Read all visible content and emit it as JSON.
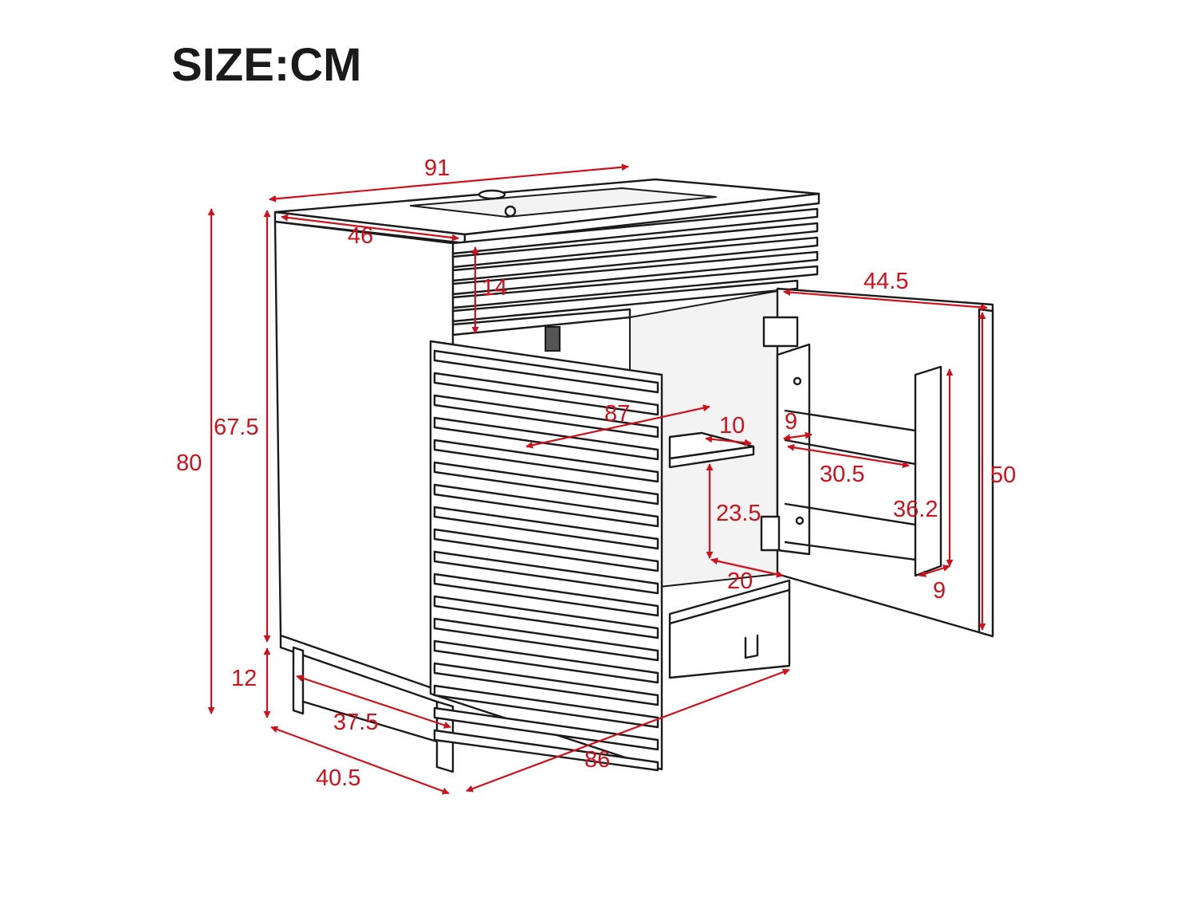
{
  "title": "SIZE:CM",
  "colors": {
    "dimension": "#d0101a",
    "outline": "#1a1a1a",
    "background": "#ffffff"
  },
  "dimensions": {
    "top_width": "91",
    "top_depth": "46",
    "top_height": "14",
    "door_width": "44.5",
    "total_height": "80",
    "cabinet_height": "67.5",
    "leg_height": "12",
    "inner_width": "87",
    "shelf_depth": "10",
    "door_rack_gap": "9",
    "door_rack_width": "30.5",
    "door_height": "50",
    "door_rack_height": "36.2",
    "shelf_gap": "23.5",
    "bottom_shelf_depth": "20",
    "door_rack_depth": "9",
    "base_depth_inner": "37.5",
    "base_depth": "40.5",
    "base_width": "86"
  }
}
